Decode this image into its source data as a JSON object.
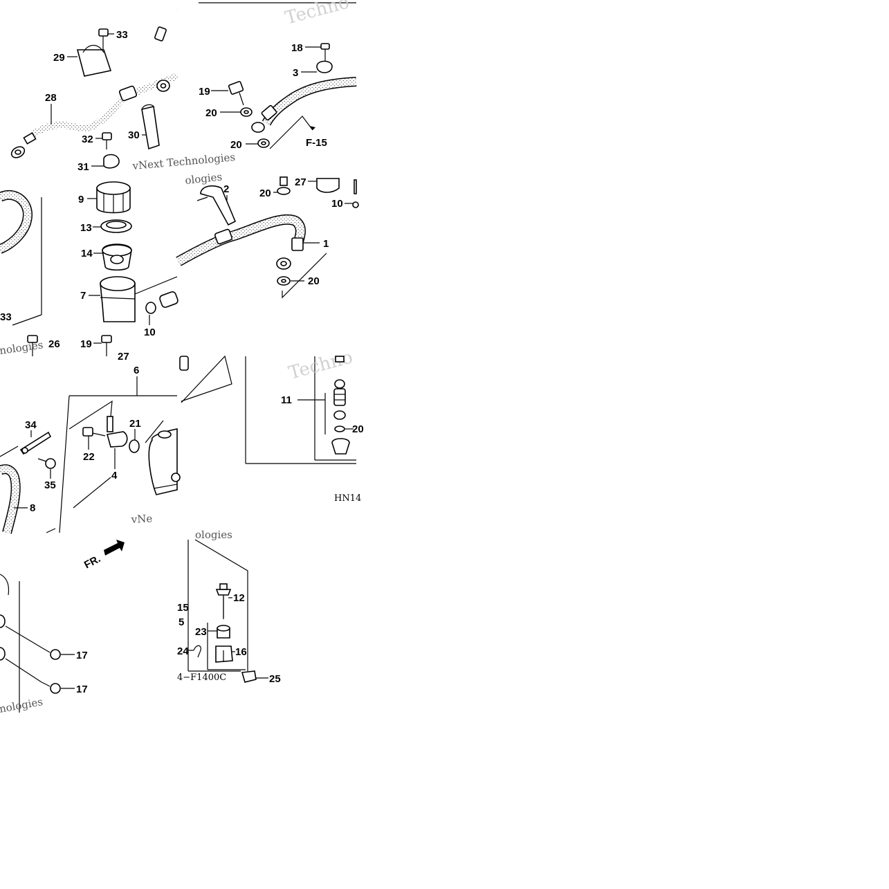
{
  "diagram": {
    "code": "4−F1400C",
    "code_partial": "HN14",
    "direction_label": "FR.",
    "ref_label": "F-15",
    "watermarks": {
      "brand": "vNext Technologies",
      "frag_technologies": "Techno",
      "frag_next": "vNe",
      "frag_nologies": "nologies",
      "frag_logies": "ologies"
    },
    "callouts": {
      "c1": "1",
      "c2": "2",
      "c3": "3",
      "c4": "4",
      "c5": "5",
      "c6": "6",
      "c7": "7",
      "c8": "8",
      "c9": "9",
      "c10a": "10",
      "c10b": "10",
      "c11": "11",
      "c12": "12",
      "c13": "13",
      "c14": "14",
      "c15": "15",
      "c16": "16",
      "c17a": "17",
      "c17b": "17",
      "c18": "18",
      "c19a": "19",
      "c19b": "19",
      "c20a": "20",
      "c20b": "20",
      "c20c": "20",
      "c20d": "20",
      "c20e": "20",
      "c21": "21",
      "c22": "22",
      "c23": "23",
      "c24": "24",
      "c25": "25",
      "c26": "26",
      "c27a": "27",
      "c27b": "27",
      "c28": "28",
      "c29": "29",
      "c30": "30",
      "c31": "31",
      "c32": "32",
      "c33a": "33",
      "c33b": "33",
      "c34": "34",
      "c35": "35"
    }
  }
}
